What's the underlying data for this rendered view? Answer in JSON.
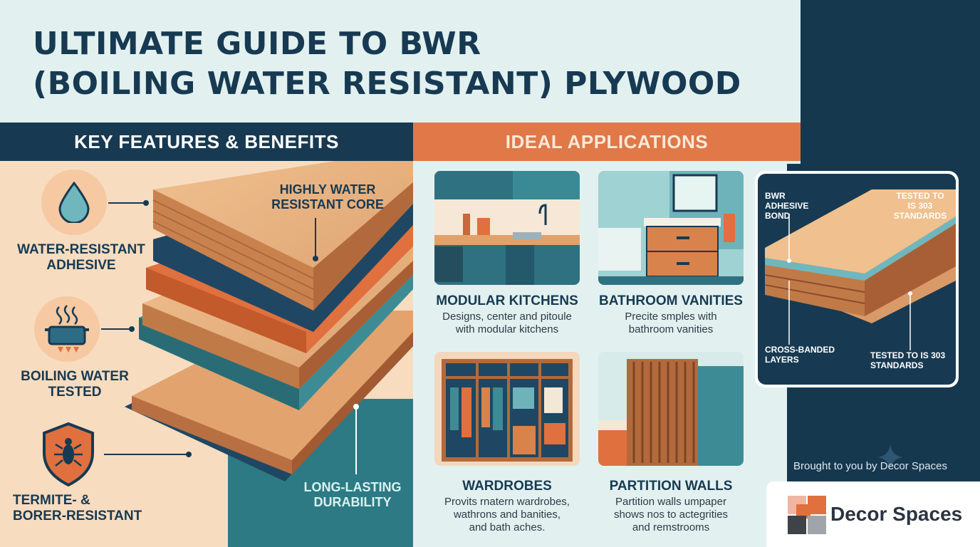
{
  "title": {
    "line1": "ULTIMATE GUIDE TO BWR",
    "line2": "(BOILING WATER RESISTANT) PLYWOOD"
  },
  "sections": {
    "features": "KEY FEATURES & BENEFITS",
    "applications": "IDEAL APPLICATIONS"
  },
  "features": [
    {
      "line1": "WATER-RESISTANT",
      "line2": "ADHESIVE",
      "icon": "water-drop-icon"
    },
    {
      "line1": "BOILING WATER",
      "line2": "TESTED",
      "icon": "boiling-pot-icon"
    },
    {
      "line1": "TERMITE- &",
      "line2": "BORER-RESISTANT",
      "icon": "termite-shield-icon"
    }
  ],
  "callouts": {
    "core_line1": "HIGHLY WATER",
    "core_line2": "RESISTANT CORE",
    "durability_line1": "LONG-LASTING",
    "durability_line2": "DURABILITY"
  },
  "applications": [
    {
      "title": "MODULAR KITCHENS",
      "desc1": "Designs, center and pitoule",
      "desc2": "with modular kitchens",
      "desc3": ""
    },
    {
      "title": "BATHROOM VANITIES",
      "desc1": "Precite smples with",
      "desc2": "bathroom vanities",
      "desc3": ""
    },
    {
      "title": "WARDROBES",
      "desc1": "Provits rnatern wardrobes,",
      "desc2": "wathrons and banities,",
      "desc3": "and bath aches."
    },
    {
      "title": "PARTITION WALLS",
      "desc1": "Partition walls umpaper",
      "desc2": "shows nos to actegrities",
      "desc3": "and remstrooms"
    }
  ],
  "detail": {
    "bond_1": "BWR",
    "bond_2": "ADHESIVE",
    "bond_3": "BOND",
    "std_top_1": "TESTED TO",
    "std_top_2": "IS 303",
    "std_top_3": "STANDARDS",
    "cross_1": "CROSS-BANDED",
    "cross_2": "LAYERS",
    "std_bot_1": "TESTED TO IS 303",
    "std_bot_2": "STANDARDS"
  },
  "footer": {
    "brought": "Brought to you by Decor Spaces",
    "brand": "Decor Spaces"
  },
  "colors": {
    "navy": "#173a52",
    "orange": "#e07848",
    "teal": "#2d7a84",
    "peach": "#f7dcc0",
    "light": "#e2f1f0"
  }
}
